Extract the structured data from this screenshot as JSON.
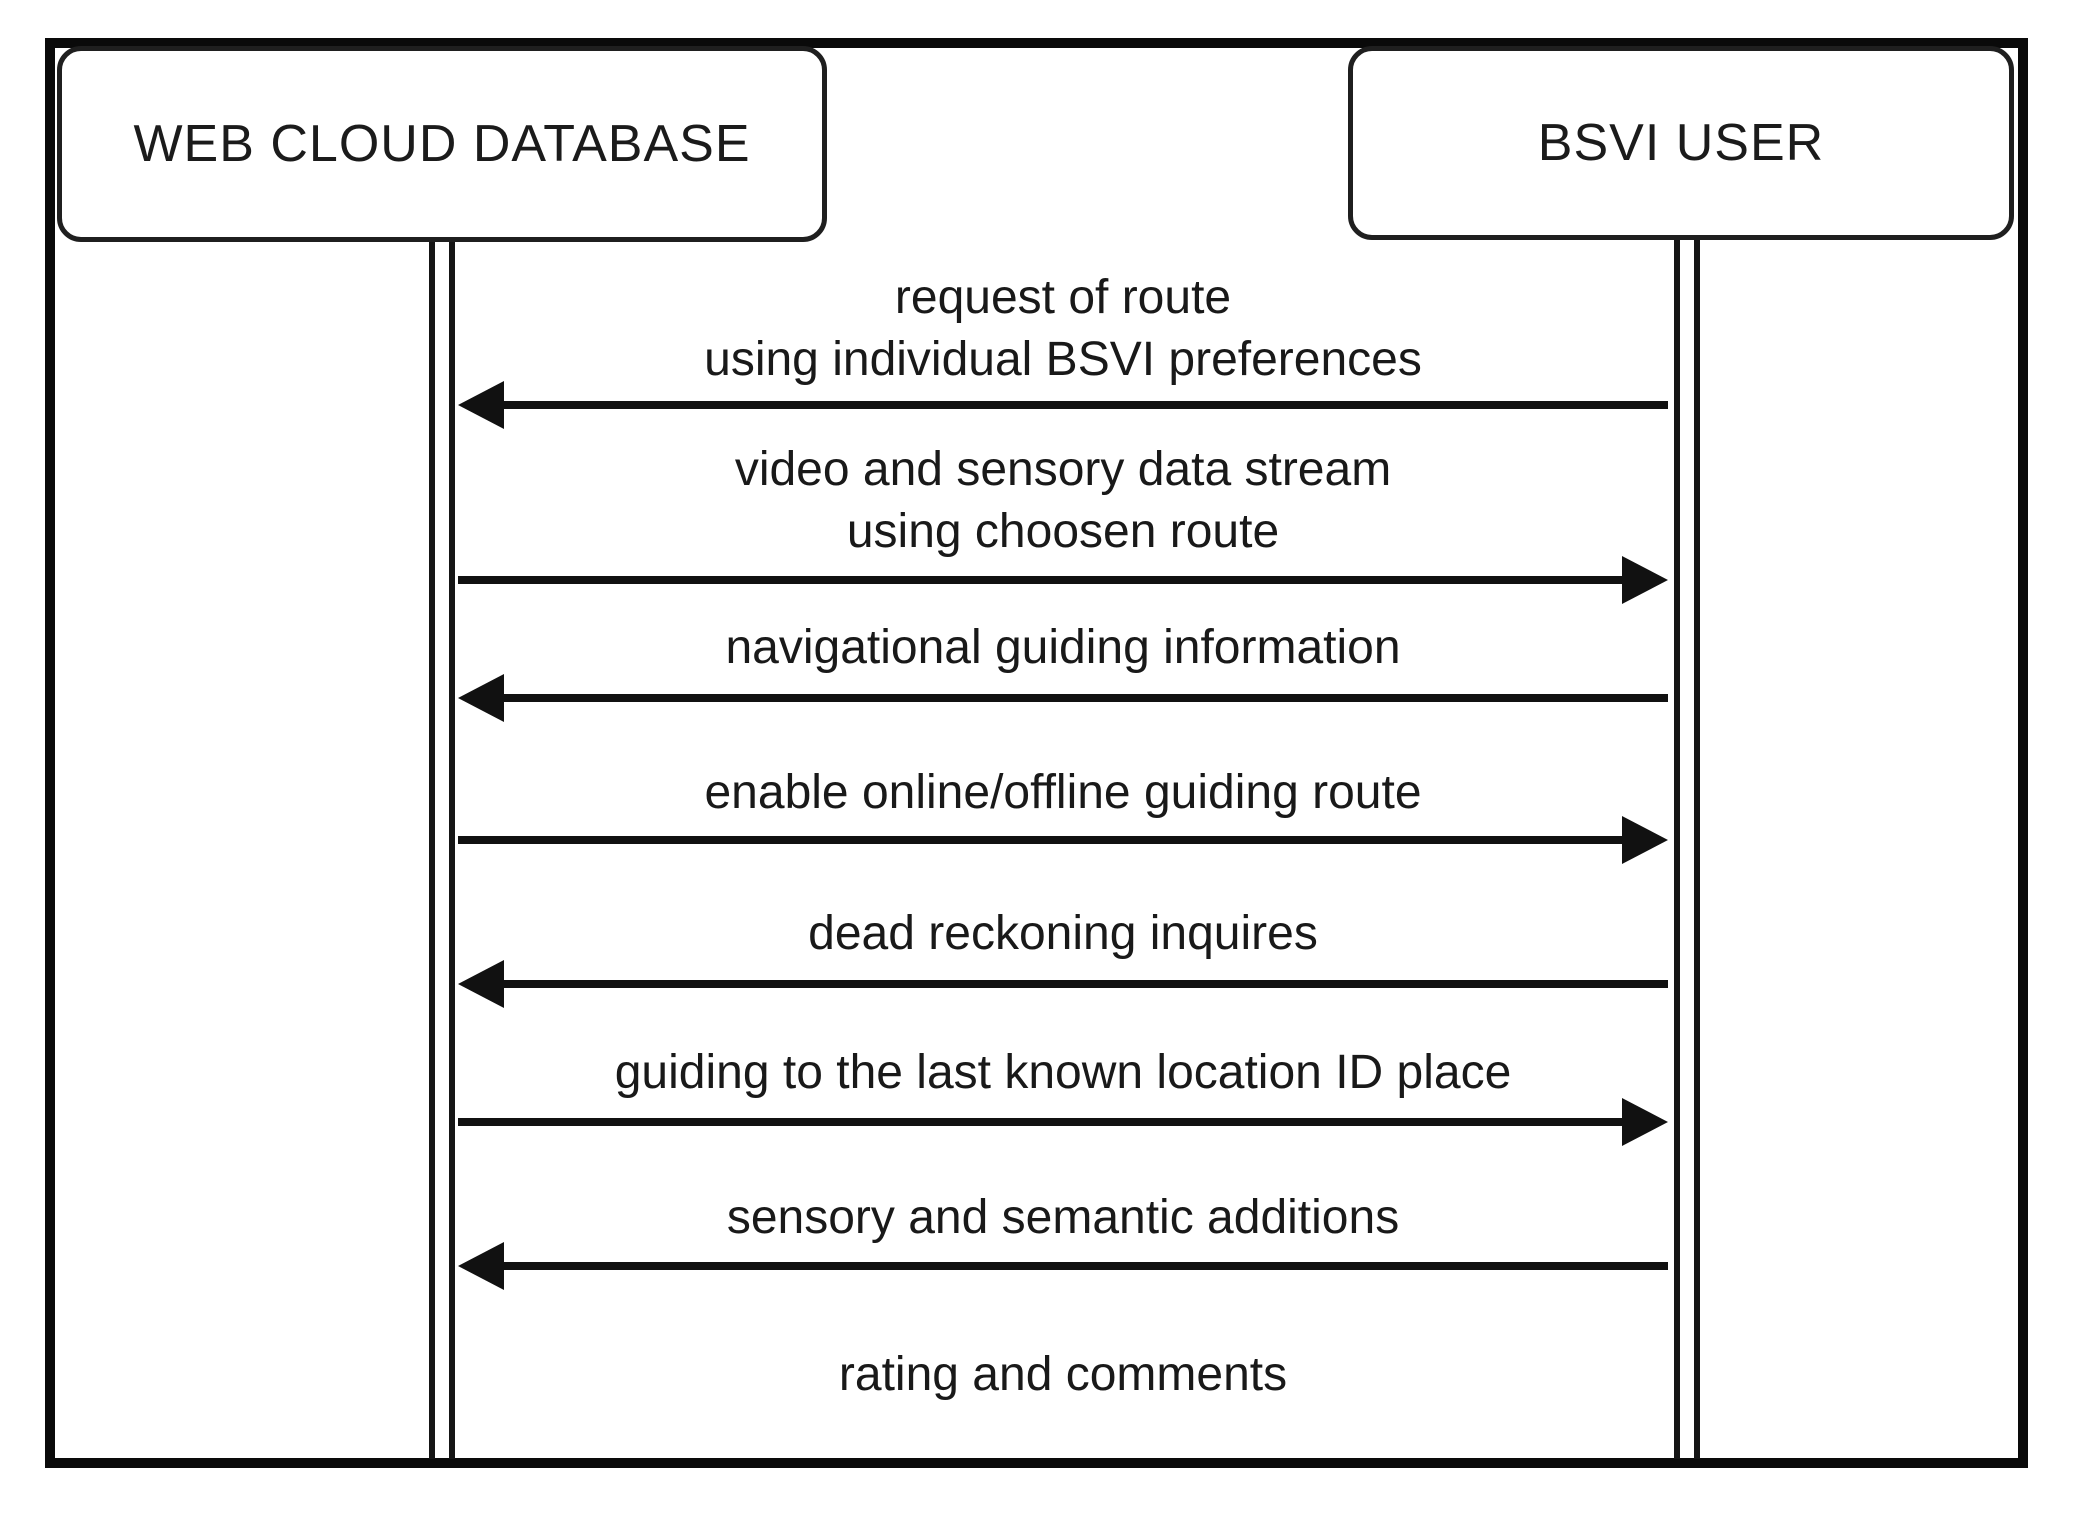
{
  "diagram": {
    "type": "sequence-diagram",
    "actors": [
      {
        "id": "web-cloud-database",
        "label": "WEB CLOUD DATABASE"
      },
      {
        "id": "bsvi-user",
        "label": "BSVI USER"
      }
    ],
    "messages": [
      {
        "direction": "left",
        "from": "bsvi-user",
        "to": "web-cloud-database",
        "lines": [
          "request of route",
          "using individual BSVI preferences"
        ]
      },
      {
        "direction": "right",
        "from": "web-cloud-database",
        "to": "bsvi-user",
        "lines": [
          "video and sensory data stream",
          "using choosen route"
        ]
      },
      {
        "direction": "left",
        "from": "bsvi-user",
        "to": "web-cloud-database",
        "lines": [
          "navigational guiding information"
        ]
      },
      {
        "direction": "right",
        "from": "web-cloud-database",
        "to": "bsvi-user",
        "lines": [
          "enable online/offline guiding route"
        ]
      },
      {
        "direction": "left",
        "from": "bsvi-user",
        "to": "web-cloud-database",
        "lines": [
          "dead reckoning inquires"
        ]
      },
      {
        "direction": "right",
        "from": "web-cloud-database",
        "to": "bsvi-user",
        "lines": [
          "guiding to the last known location ID place"
        ]
      },
      {
        "direction": "left",
        "from": "bsvi-user",
        "to": "web-cloud-database",
        "lines": [
          "sensory and semantic additions"
        ]
      },
      {
        "direction": "none",
        "from": "bsvi-user",
        "to": "web-cloud-database",
        "lines": [
          "rating and comments"
        ]
      }
    ],
    "colors": {
      "ink": "#111111",
      "background": "#ffffff",
      "frame_border": "#0a0a0a"
    }
  }
}
